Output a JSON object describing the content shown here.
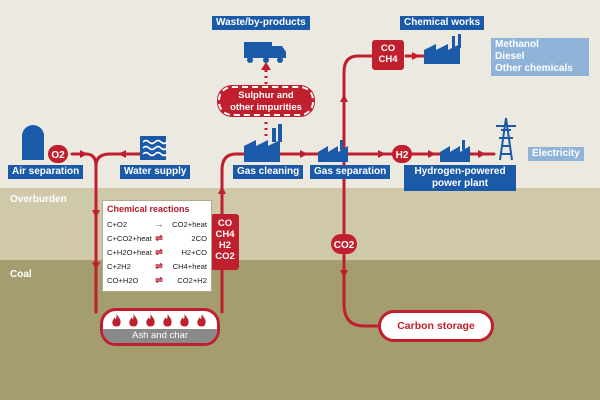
{
  "layers": {
    "overburden": "Overburden",
    "coal": "Coal"
  },
  "nodes": {
    "air_separation": "Air separation",
    "water_supply": "Water supply",
    "gas_cleaning": "Gas cleaning",
    "gas_separation": "Gas separation",
    "waste": "Waste/by-products",
    "chemical_works": "Chemical works",
    "products": [
      "Methanol",
      "Diesel",
      "Other chemicals"
    ],
    "hydrogen_plant": [
      "Hydrogen-powered",
      "power plant"
    ],
    "electricity": "Electricity",
    "carbon_storage": "Carbon storage",
    "ash_and_char": "Ash and char"
  },
  "impurities": [
    "Sulphur and",
    "other impurities"
  ],
  "markers": {
    "o2": "O2",
    "h2": "H2",
    "co2": "CO2"
  },
  "syngas_box": [
    "CO",
    "CH4",
    "H2",
    "CO2"
  ],
  "co_ch4_box": [
    "CO",
    "CH4"
  ],
  "reactions": {
    "title": "Chemical reactions",
    "rows": [
      {
        "lhs": "C+O2",
        "arrow": "→",
        "rhs": "CO2+heat"
      },
      {
        "lhs": "C+CO2+heat",
        "arrow": "⇌",
        "rhs": "2CO"
      },
      {
        "lhs": "C+H2O+heat",
        "arrow": "⇌",
        "rhs": "H2+CO"
      },
      {
        "lhs": "C+2H2",
        "arrow": "⇌",
        "rhs": "CH4+heat"
      },
      {
        "lhs": "CO+H2O",
        "arrow": "⇌",
        "rhs": "CO2+H2"
      }
    ]
  },
  "colors": {
    "pipe": "#c0202e",
    "label_blue": "#1b5aa8",
    "light_blue": "#8fb3d9",
    "surface": "#ece9e1",
    "overburden": "#cfc9aa",
    "coal": "#a39d70"
  }
}
